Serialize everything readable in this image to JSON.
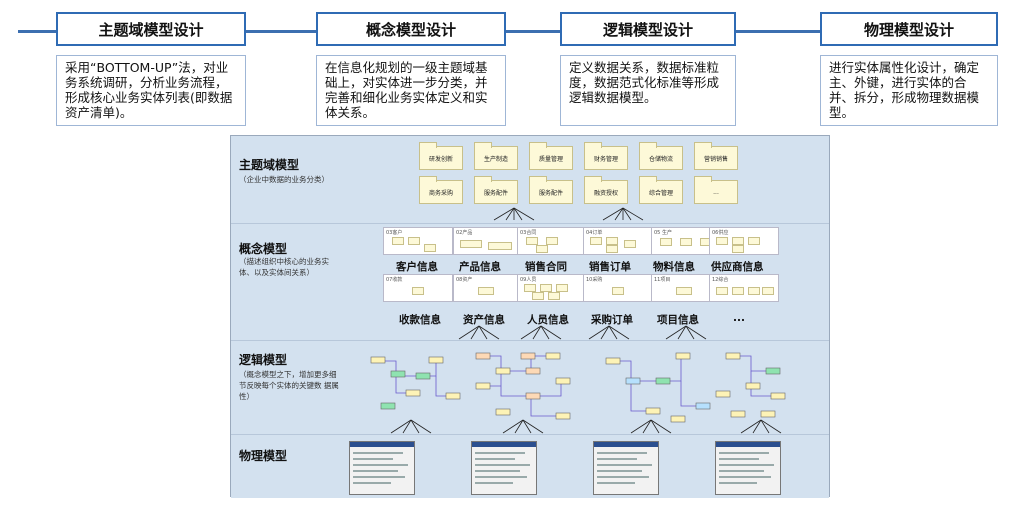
{
  "stages": [
    {
      "title": "主题域模型设计",
      "desc": "采用“BOTTOM-UP”法，对业务系统调研，分析业务流程，形成核心业务实体列表(即数据资产清单)。"
    },
    {
      "title": "概念模型设计",
      "desc": "在信息化规划的一级主题域基础上，对实体进一步分类，并完善和细化业务实体定义和实体关系。"
    },
    {
      "title": "逻辑模型设计",
      "desc": "定义数据关系，数据标准粒度，数据范式化标准等形成逻辑数据模型。"
    },
    {
      "title": "物理模型设计",
      "desc": "进行实体属性化设计，确定主、外键，进行实体的合并、拆分，形成物理数据模型。"
    }
  ],
  "layers": [
    {
      "name": "主题域模型",
      "sub": "（企业中数据的业务分类）"
    },
    {
      "name": "概念模型",
      "sub": "（描述组织中核心的业务实体、以及实体间关系）"
    },
    {
      "name": "逻辑模型",
      "sub": "（概念模型之下，增加更多细节反映每个实体的关键数 据属性）"
    },
    {
      "name": "物理模型",
      "sub": ""
    }
  ],
  "domains_row1": [
    "研发创新",
    "生产制造",
    "质量管理",
    "财务管理",
    "仓储物流",
    "营销销售"
  ],
  "domains_row2": [
    "商务采购",
    "服务配件",
    "服务配件",
    "融资授权",
    "综合管理",
    "..."
  ],
  "entities_row1": [
    "客户信息",
    "产品信息",
    "销售合同",
    "销售订单",
    "物料信息",
    "供应商信息"
  ],
  "entities_row2": [
    "收款信息",
    "资产信息",
    "人员信息",
    "采购订单",
    "项目信息",
    "..."
  ],
  "entity_captions_row1": [
    "03客户",
    "02产品",
    "03合同",
    "04订单",
    "05 生产",
    "06供应"
  ],
  "entity_captions_row2": [
    "07收款",
    "08资产",
    "09人员",
    "10采购",
    "11项目",
    "12综合"
  ],
  "colors": {
    "accent": "#2f6bb4",
    "band": "#d3e1ef",
    "folder": "#fdf9d8"
  }
}
